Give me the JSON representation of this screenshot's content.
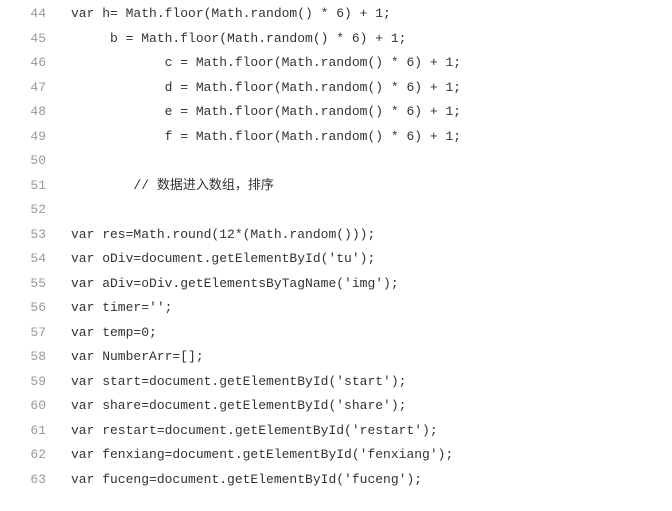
{
  "code_viewer": {
    "lines": [
      {
        "number": "44",
        "text": "var h= Math.floor(Math.random() * 6) + 1;"
      },
      {
        "number": "45",
        "text": "     b = Math.floor(Math.random() * 6) + 1;"
      },
      {
        "number": "46",
        "text": "            c = Math.floor(Math.random() * 6) + 1;"
      },
      {
        "number": "47",
        "text": "            d = Math.floor(Math.random() * 6) + 1;"
      },
      {
        "number": "48",
        "text": "            e = Math.floor(Math.random() * 6) + 1;"
      },
      {
        "number": "49",
        "text": "            f = Math.floor(Math.random() * 6) + 1;"
      },
      {
        "number": "50",
        "text": ""
      },
      {
        "number": "51",
        "text": "        // 数据进入数组，排序"
      },
      {
        "number": "52",
        "text": ""
      },
      {
        "number": "53",
        "text": "var res=Math.round(12*(Math.random()));"
      },
      {
        "number": "54",
        "text": "var oDiv=document.getElementById('tu');"
      },
      {
        "number": "55",
        "text": "var aDiv=oDiv.getElementsByTagName('img');"
      },
      {
        "number": "56",
        "text": "var timer='';"
      },
      {
        "number": "57",
        "text": "var temp=0;"
      },
      {
        "number": "58",
        "text": "var NumberArr=[];"
      },
      {
        "number": "59",
        "text": "var start=document.getElementById('start');"
      },
      {
        "number": "60",
        "text": "var share=document.getElementById('share');"
      },
      {
        "number": "61",
        "text": "var restart=document.getElementById('restart');"
      },
      {
        "number": "62",
        "text": "var fenxiang=document.getElementById('fenxiang');"
      },
      {
        "number": "63",
        "text": "var fuceng=document.getElementById('fuceng');"
      }
    ]
  },
  "colors": {
    "line_number": "#999999",
    "code_text": "#333333",
    "background": "#ffffff"
  }
}
